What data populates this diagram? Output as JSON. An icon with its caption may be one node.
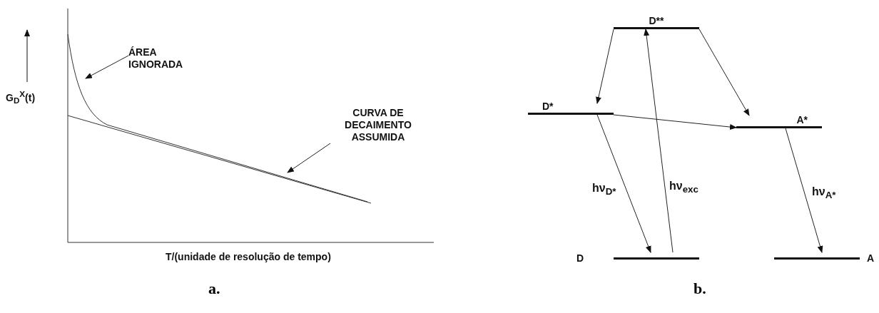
{
  "diagram": {
    "nodes": [
      {
        "text": [
          "ÁREA IGNORADA"
        ]
      },
      {
        "text": [
          "CURVA DE DECAIMENTO ASSUMIDA"
        ]
      },
      {
        "text": [
          "D**"
        ]
      },
      {
        "text": [
          "D*"
        ]
      },
      {
        "text": [
          "A*"
        ]
      },
      {
        "text": [
          "D"
        ]
      },
      {
        "text": [
          "A"
        ]
      }
    ],
    "edges": [
      {
        "from": 0,
        "to": null,
        "arrow": "to"
      },
      {
        "from": 1,
        "to": null,
        "arrow": "to"
      },
      {
        "from": 2,
        "to": 3,
        "arrow": "to"
      },
      {
        "from": 5,
        "to": 2,
        "arrow": "to",
        "label": "hν$_{exc}$"
      },
      {
        "from": 2,
        "to": 4,
        "arrow": "to"
      },
      {
        "from": 3,
        "to": 4,
        "arrow": "to"
      },
      {
        "from": 3,
        "to": 5,
        "arrow": "to",
        "label": "hν$_{D*}$"
      },
      {
        "from": 4,
        "to": 6,
        "arrow": "to",
        "label": "hν$_{A*}$"
      }
    ],
    "labels": [
      "G$_{D}$$^{X}$(t)",
      "T/(unidade de resolução de tempo)",
      "a.",
      "b."
    ]
  }
}
